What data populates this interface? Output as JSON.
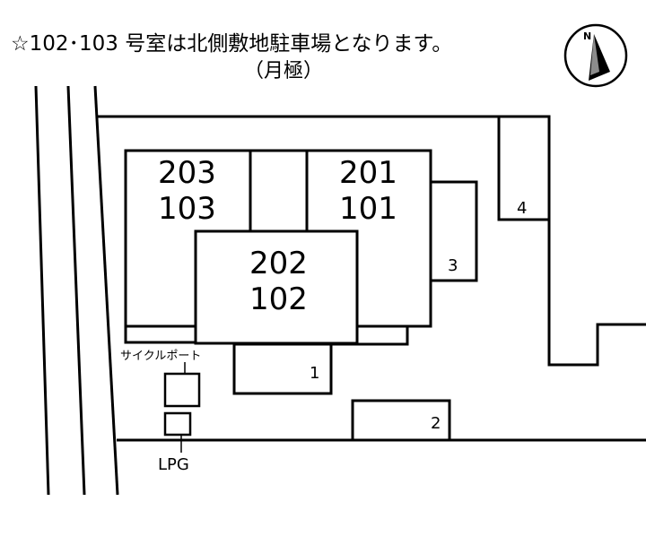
{
  "notice": {
    "line1": "☆102･103 号室は北側敷地駐車場となります。",
    "line2": "（月極）"
  },
  "compass": {
    "label": "N"
  },
  "units": {
    "left_upper": "203",
    "left_lower": "103",
    "right_upper": "201",
    "right_lower": "101",
    "center_upper": "202",
    "center_lower": "102"
  },
  "parking": {
    "p1": "1",
    "p2": "2",
    "p3": "3",
    "p4": "4"
  },
  "facilities": {
    "cycle_port": "サイクルポート",
    "lpg": "LPG"
  }
}
